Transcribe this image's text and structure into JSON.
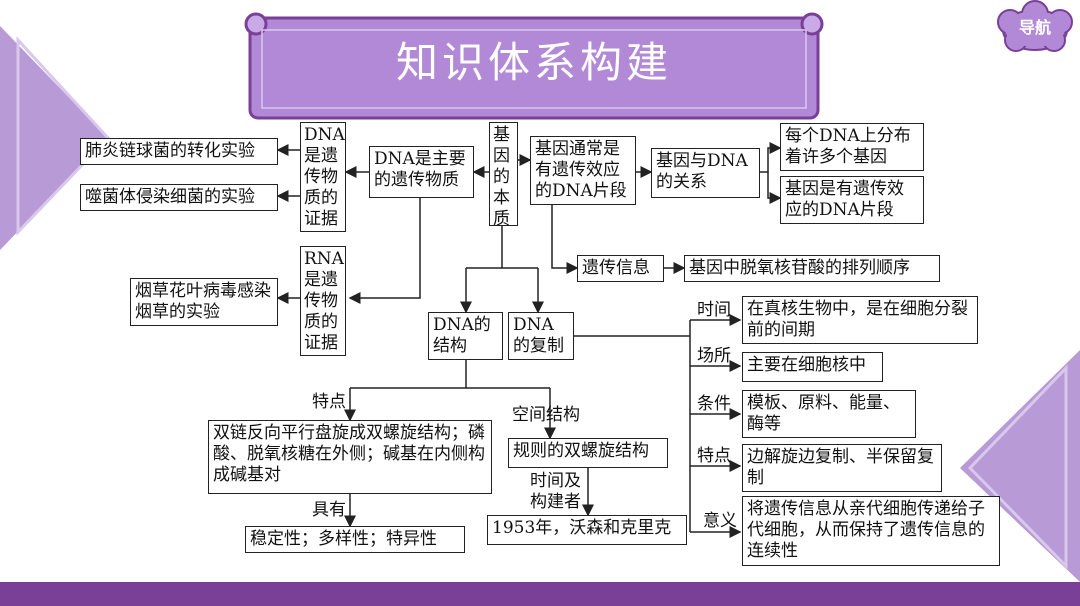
{
  "title": "知识体系构建",
  "nav_label": "导航",
  "colors": {
    "bar": "#7a3f96",
    "banner": "#b289d6",
    "banner_edge": "#7a3f96",
    "triangle": "#b79ad6"
  },
  "nodes": {
    "gene_essence": "基因的本质",
    "dna_main": "DNA是主要的遗传物质",
    "dna_evidence": "DNA是遗传物质的证据",
    "pneumococcus": "肺炎链球菌的转化实验",
    "phage": "噬菌体侵染细菌的实验",
    "rna_evidence": "RNA是遗传物质的证据",
    "tobacco": "烟草花叶病毒感染烟草的实验",
    "gene_segment": "基因通常是有遗传效应的DNA片段",
    "gene_dna_relation": "基因与DNA的关系",
    "many_genes": "每个DNA上分布着许多个基因",
    "gene_is_segment": "基因是有遗传效应的DNA片段",
    "genetic_info": "遗传信息",
    "sequence": "基因中脱氧核苷酸的排列顺序",
    "dna_structure": "DNA的结构",
    "dna_replication": "DNA的复制",
    "features_text": "双链反向平行盘旋成双螺旋结构；磷酸、脱氧核糖在外侧；碱基在内侧构成碱基对",
    "properties": "稳定性；多样性；特异性",
    "double_helix": "规则的双螺旋结构",
    "builders": "1953年，沃森和克里克",
    "rep_time": "在真核生物中，是在细胞分裂前的间期",
    "rep_place": "主要在细胞核中",
    "rep_conditions": "模板、原料、能量、酶等",
    "rep_features": "边解旋边复制、半保留复制",
    "rep_meaning": "将遗传信息从亲代细胞传递给子代细胞，从而保持了遗传信息的连续性"
  },
  "labels": {
    "features": "特点",
    "has": "具有",
    "spatial": "空间结构",
    "time_builder": "时间及构建者",
    "time": "时间",
    "place": "场所",
    "condition": "条件",
    "feature": "特点",
    "meaning": "意义"
  }
}
